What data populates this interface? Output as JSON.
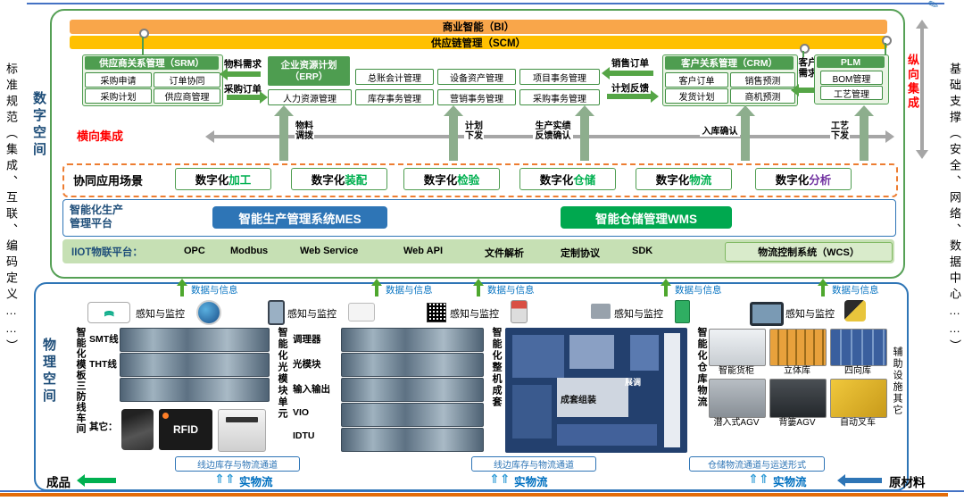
{
  "frame": {
    "left_strip": "标准规范（集成、互联、编码定义……）",
    "right_strip": "基础支撑（安全、网络、数据中心……）"
  },
  "digital": {
    "space_label": "数字空间",
    "horizontal_integration": "横向集成",
    "vertical_integration": "纵向集成",
    "bi_bar": "商业智能（BI）",
    "scm_bar": "供应链管理（SCM）",
    "srm": {
      "title": "供应商关系管理（SRM）",
      "items": [
        "采购申请",
        "订单协同",
        "采购计划",
        "供应商管理"
      ]
    },
    "erp": {
      "title": "企业资源计划（ERP）",
      "hr_box": "人力资源管理",
      "columns": [
        [
          "总账会计管理",
          "库存事务管理"
        ],
        [
          "设备资产管理",
          "营销事务管理"
        ],
        [
          "项目事务管理",
          "采购事务管理"
        ]
      ]
    },
    "crm": {
      "title": "客户关系管理（CRM）",
      "items": [
        "客户订单",
        "销售预测",
        "发货计划",
        "商机预测"
      ]
    },
    "plm": {
      "title": "PLM",
      "items": [
        "BOM管理",
        "工艺管理"
      ]
    },
    "flows": {
      "material_demand": "物料需求",
      "purchase_order": "采购订单",
      "sales_order": "销售订单",
      "plan_feedback": "计划反馈",
      "customer_demand": "客户需求"
    },
    "vertical_flows": [
      "物料调拨",
      "计划下发",
      "生产实绩反馈确认",
      "入库确认",
      "工艺下发"
    ],
    "scenes": {
      "label": "协同应用场景",
      "items": [
        {
          "prefix": "数字化",
          "suffix": "加工",
          "suffix_color": "#00B050"
        },
        {
          "prefix": "数字化",
          "suffix": "装配",
          "suffix_color": "#00B050"
        },
        {
          "prefix": "数字化",
          "suffix": "检验",
          "suffix_color": "#00B050"
        },
        {
          "prefix": "数字化",
          "suffix": "仓储",
          "suffix_color": "#00B050"
        },
        {
          "prefix": "数字化",
          "suffix": "物流",
          "suffix_color": "#00B050"
        },
        {
          "prefix": "数字化",
          "suffix": "分析",
          "suffix_color": "#7030A0"
        }
      ]
    },
    "platform": {
      "label": "智能化生产管理平台",
      "mes": "智能生产管理系统MES",
      "wms": "智能仓储管理WMS"
    },
    "iiot": {
      "label": "IIOT物联平台：",
      "protocols": [
        "OPC",
        "Modbus",
        "Web Service",
        "Web API",
        "文件解析",
        "定制协议",
        "SDK"
      ],
      "wcs": "物流控制系统（WCS）"
    }
  },
  "physical": {
    "space_label": "物理空间",
    "aux_label": "辅助设施其它",
    "data_info_label": "数据与信息",
    "sensing_label": "感知与监控",
    "workshop": {
      "vlabel": "智能化模板三防线车间",
      "row_labels": [
        "SMT线",
        "THT线",
        "其它："
      ],
      "rfid_text": "RFID"
    },
    "optical": {
      "vlabel": "智能化光模块单元",
      "items": [
        "调理器",
        "光模块",
        "输入输出",
        "VIO",
        "IDTU"
      ]
    },
    "assembly": {
      "vlabel": "智能化整机成套",
      "map_labels": [
        "展调",
        "成套组装"
      ]
    },
    "warehouse": {
      "vlabel": "智能化仓库物流",
      "items": [
        "智能货柜",
        "立体库",
        "四向库",
        "潜入式AGV",
        "背篓AGV",
        "自动叉车"
      ]
    },
    "channels": [
      "线边库存与物流通道",
      "线边库存与物流通道",
      "仓储物流通道与运送形式"
    ],
    "flow_label": "实物流",
    "finished_goods": "成品",
    "raw_materials": "原材料"
  },
  "colors": {
    "bi_orange": "#F9A64A",
    "scm_yellow": "#FFC000",
    "module_green": "#4E9D50",
    "mes_blue": "#2E75B6",
    "wms_green": "#00A84F",
    "iiot_green": "#C6E0B4",
    "integration_red": "#FF0000",
    "digital_border_green": "#55A055",
    "physical_border_blue": "#2E75B6",
    "info_blue": "#0070C0"
  }
}
